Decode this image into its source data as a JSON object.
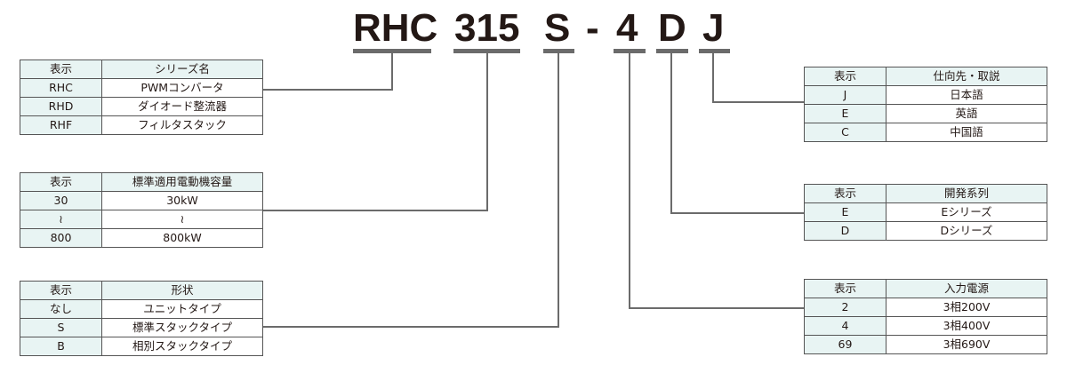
{
  "model_code": {
    "segments": [
      {
        "label": "RHC",
        "meaning": "series"
      },
      {
        "label": "315",
        "meaning": "capacity"
      },
      {
        "label": "S",
        "meaning": "shape"
      },
      {
        "label": "-",
        "meaning": "separator"
      },
      {
        "label": "4",
        "meaning": "input_power"
      },
      {
        "label": "D",
        "meaning": "development_series"
      },
      {
        "label": "J",
        "meaning": "destination_manual"
      }
    ]
  },
  "tables": {
    "series": {
      "header": [
        "表示",
        "シリーズ名"
      ],
      "rows": [
        [
          "RHC",
          "PWMコンバータ"
        ],
        [
          "RHD",
          "ダイオード整流器"
        ],
        [
          "RHF",
          "フィルタスタック"
        ]
      ]
    },
    "capacity": {
      "header": [
        "表示",
        "標準適用電動機容量"
      ],
      "rows": [
        [
          "30",
          "30kW"
        ],
        [
          "≀",
          "≀"
        ],
        [
          "800",
          "800kW"
        ]
      ]
    },
    "shape": {
      "header": [
        "表示",
        "形状"
      ],
      "rows": [
        [
          "なし",
          "ユニットタイプ"
        ],
        [
          "S",
          "標準スタックタイプ"
        ],
        [
          "B",
          "相別スタックタイプ"
        ]
      ]
    },
    "destination": {
      "header": [
        "表示",
        "仕向先・取説"
      ],
      "rows": [
        [
          "J",
          "日本語"
        ],
        [
          "E",
          "英語"
        ],
        [
          "C",
          "中国語"
        ]
      ]
    },
    "development": {
      "header": [
        "表示",
        "開発系列"
      ],
      "rows": [
        [
          "E",
          "Eシリーズ"
        ],
        [
          "D",
          "Dシリーズ"
        ]
      ]
    },
    "input_power": {
      "header": [
        "表示",
        "入力電源"
      ],
      "rows": [
        [
          "2",
          "3相200V"
        ],
        [
          "4",
          "3相400V"
        ],
        [
          "69",
          "3相690V"
        ]
      ]
    }
  },
  "colors": {
    "header_fill": "#e8f4f3",
    "code_fill": "#e8f4f3",
    "border": "#555555",
    "connector": "#6b6b6b",
    "text": "#231815"
  }
}
